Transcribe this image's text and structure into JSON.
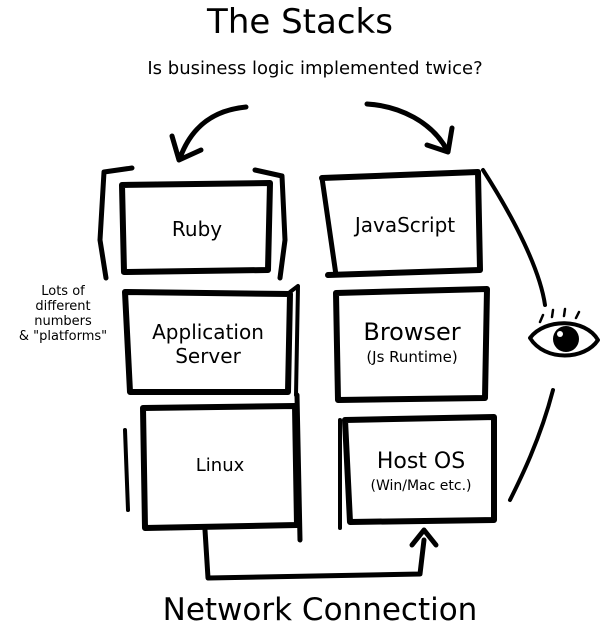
{
  "title": "The Stacks",
  "subtitle": "Is business logic implemented twice?",
  "side_note": {
    "lines": [
      "Lots of",
      "different",
      "numbers",
      "& \"platforms\""
    ]
  },
  "server_stack": [
    {
      "label": "Ruby"
    },
    {
      "label": "Application",
      "label2": "Server"
    },
    {
      "label": "Linux"
    }
  ],
  "client_stack": [
    {
      "label": "JavaScript"
    },
    {
      "label": "Browser",
      "sub": "(Js Runtime)"
    },
    {
      "label": "Host OS",
      "sub": "(Win/Mac etc.)"
    }
  ],
  "footer": "Network Connection",
  "icons": {
    "eye": "eye-icon",
    "arrows": [
      "curved-arrow-left-icon",
      "curved-arrow-right-icon",
      "network-arrow-icon"
    ]
  }
}
